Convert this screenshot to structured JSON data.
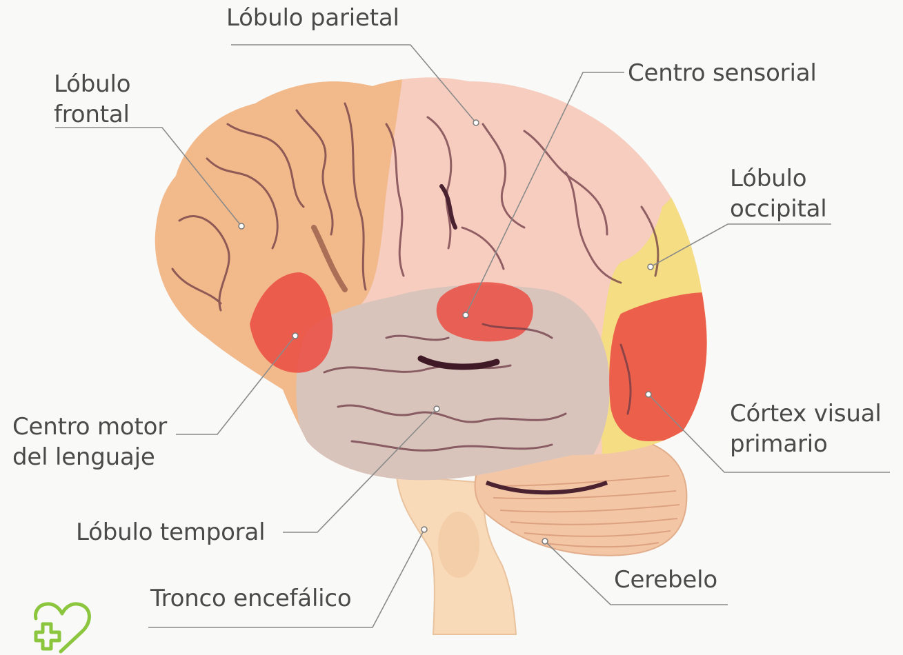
{
  "labels": {
    "parietal": "Lóbulo parietal",
    "frontal_line1": "Lóbulo",
    "frontal_line2": "frontal",
    "sensorial": "Centro sensorial",
    "occipital_line1": "Lóbulo",
    "occipital_line2": "occipital",
    "motor_line1": "Centro motor",
    "motor_line2": "del lenguaje",
    "visual_line1": "Córtex visual",
    "visual_line2": "primario",
    "temporal": "Lóbulo temporal",
    "cerebelo": "Cerebelo",
    "tronco": "Tronco encefálico"
  },
  "logo": {
    "icon": "heart-cross-icon",
    "color": "#8cc63f"
  },
  "colors": {
    "frontal": "#f2b98a",
    "parietal": "#f6cdbf",
    "temporal": "#d9c4bb",
    "occipital": "#f4dd83",
    "highlight": "#ea4f43",
    "cerebellum": "#f3c6a5",
    "brainstem": "#f8d9b8",
    "sulcus": "#6e3a45",
    "leader": "#8a8a8a"
  }
}
